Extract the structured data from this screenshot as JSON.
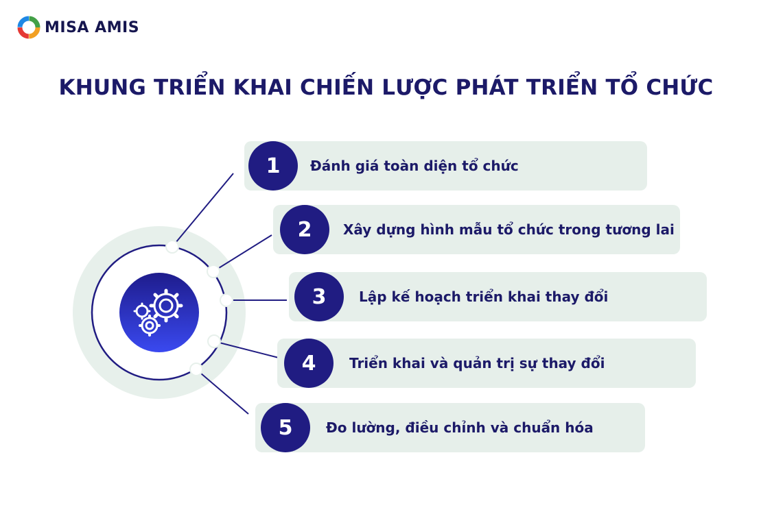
{
  "brand": {
    "name": "MISA AMIS"
  },
  "title": "KHUNG TRIỂN KHAI CHIẾN LƯỢC PHÁT TRIỂN TỔ CHỨC",
  "hub": {
    "icon": "gears-people-icon"
  },
  "steps": [
    {
      "number": "1",
      "label": "Đánh giá toàn diện tổ chức"
    },
    {
      "number": "2",
      "label": "Xây dựng hình mẫu tổ chức trong tương lai"
    },
    {
      "number": "3",
      "label": "Lập kế hoạch triển khai thay đổi"
    },
    {
      "number": "4",
      "label": "Triển khai và quản trị sự thay đổi"
    },
    {
      "number": "5",
      "label": "Đo lường, điều chỉnh và chuẩn hóa"
    }
  ],
  "colors": {
    "navy": "#201c82",
    "title_text": "#1c1a68",
    "card_background": "#e6efea",
    "ring_background": "#e7f0eb",
    "hub_gradient": [
      "#1e1c8c",
      "#3a49f0"
    ]
  }
}
